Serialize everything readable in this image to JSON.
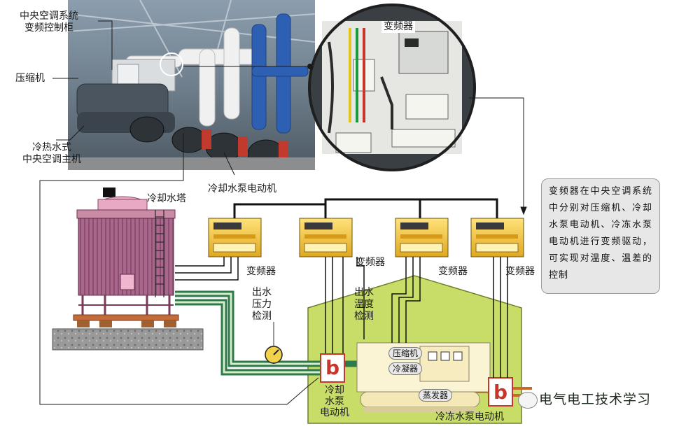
{
  "labels": {
    "control_cabinet": "中央空调系统\n变频控制柜",
    "compressor_photo": "压缩机",
    "main_unit": "冷热水式\n中央空调主机",
    "cooling_pump_motor": "冷却水泵电动机",
    "inverter_cabinet": "变频器",
    "cooling_tower": "冷却水塔",
    "inverter_1": "变频器",
    "inverter_2": "变频器",
    "inverter_3": "变频器",
    "inverter_4": "变频器",
    "outlet_pressure": "出水\n压力\n检测",
    "outlet_temp": "出水\n温度\n检测",
    "compressor_tag": "压缩机",
    "condenser_tag": "冷凝器",
    "evaporator_tag": "蒸发器",
    "cooling_pump": "冷却\n水泵\n电动机",
    "chilled_pump": "冷冻水泵电动机"
  },
  "callout": {
    "text": "变频器在中央空调系统中分别对压缩机、冷却水泵电动机、冷冻水泵电动机进行变频驱动，可实现对温度、温差的控制"
  },
  "watermark": {
    "text": "电气电工技术学习"
  },
  "colors": {
    "green_zone": "#c7dd67",
    "tower": "#b7768f",
    "inverter": "#f0c23a",
    "water_pipe": "#2f7a4a"
  }
}
